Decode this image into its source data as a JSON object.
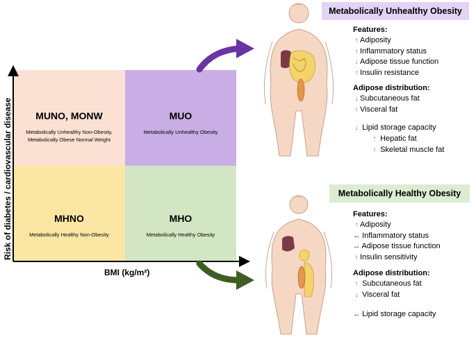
{
  "colors": {
    "muno_bg": "#fbe1d4",
    "muo_bg": "#c9aee6",
    "mhno_bg": "#fce6a4",
    "mho_bg": "#d2e6c3",
    "muo_title_bg": "#e2d4f4",
    "mho_title_bg": "#dbecd1",
    "purple_arrow": "#6b33a3",
    "green_arrow": "#3e5e24"
  },
  "axes": {
    "y_label": "Risk of diabetes / cardiovascular disease",
    "x_label": "BMI (kg/m²)"
  },
  "quadrants": {
    "muno": {
      "abbr": "MUNO, MONW",
      "desc": "Metabolically Unhealthy Non-Obesity, Metabolically Obese Normal Weight"
    },
    "muo": {
      "abbr": "MUO",
      "desc": "Metabolically Unhealthy Obesity"
    },
    "mhno": {
      "abbr": "MHNO",
      "desc": "Metabolically Healthy Non-Obesity"
    },
    "mho": {
      "abbr": "MHO",
      "desc": "Metabolically Healthy Obesity"
    }
  },
  "muo_panel": {
    "title": "Metabolically Unhealthy Obesity",
    "features_heading": "Features:",
    "features": [
      {
        "arrow": "up",
        "text": "Adiposity"
      },
      {
        "arrow": "up",
        "text": "Inflammatory status"
      },
      {
        "arrow": "down",
        "text": "Adipose tissue function"
      },
      {
        "arrow": "up",
        "text": "Insulin resistance"
      }
    ],
    "distribution_heading": "Adipose distribution:",
    "distribution": [
      {
        "arrow": "down",
        "text": "Subcutaneous fat"
      },
      {
        "arrow": "up",
        "text": "Visceral fat"
      }
    ],
    "lipid_capacity": {
      "arrow": "down",
      "text": "Lipid storage capacity"
    },
    "ectopic": [
      {
        "arrow": "up",
        "text": "Hepatic fat"
      },
      {
        "arrow": "up",
        "text": "Skeletal muscle fat"
      }
    ]
  },
  "mho_panel": {
    "title": "Metabolically Healthy Obesity",
    "features_heading": "Features:",
    "features": [
      {
        "arrow": "up",
        "text": "Adiposity"
      },
      {
        "arrow": "both",
        "text": "Inflammatory status"
      },
      {
        "arrow": "both",
        "text": "Adipose tissue function"
      },
      {
        "arrow": "up",
        "text": "Insulin sensitivity"
      }
    ],
    "distribution_heading": "Adipose distribution:",
    "distribution": [
      {
        "arrow": "up",
        "text": "Subcutaneous fat"
      },
      {
        "arrow": "down",
        "text": "Visceral fat"
      }
    ],
    "lipid_capacity": {
      "arrow": "both",
      "text": "Lipid storage capacity"
    }
  }
}
